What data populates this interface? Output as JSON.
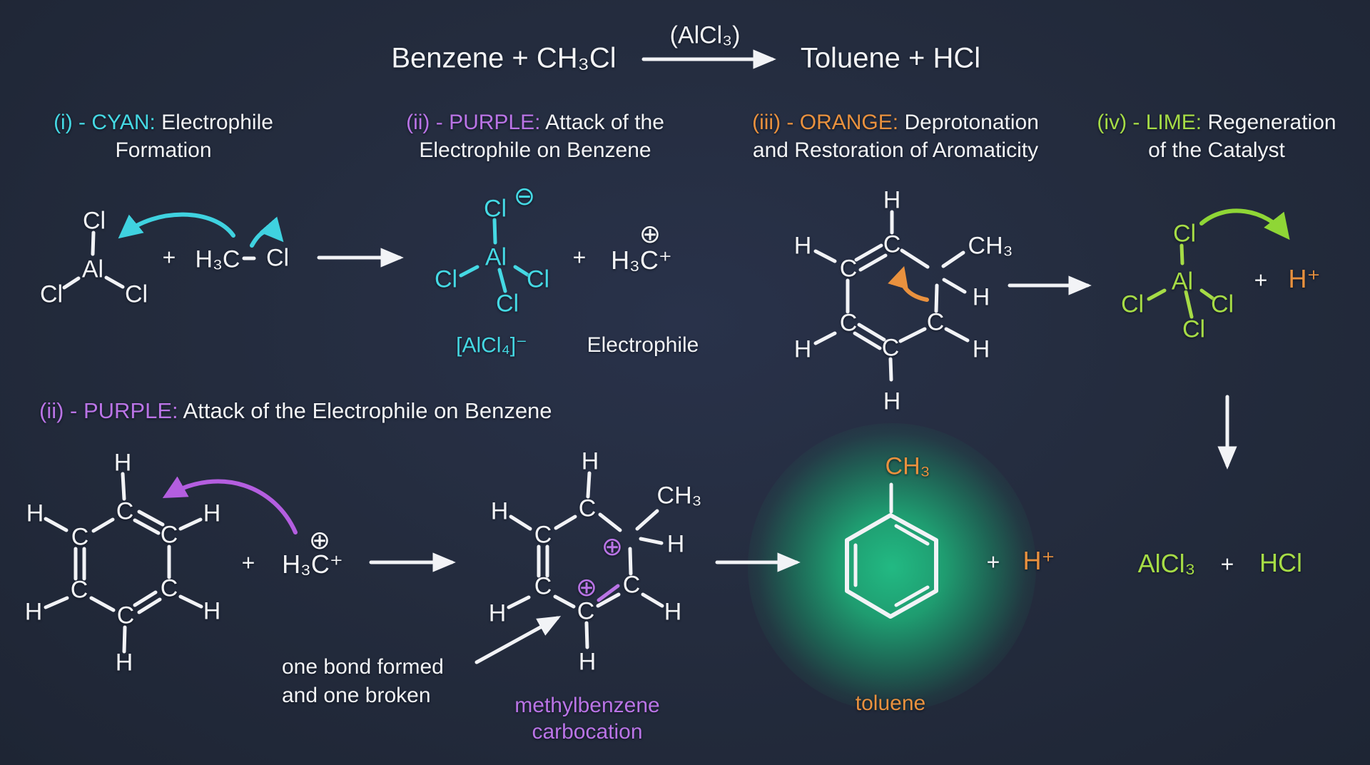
{
  "colors": {
    "background": "#242c3e",
    "white": "#f3f4f6",
    "cyan": "#45d9e4",
    "purple": "#ba74e6",
    "orange": "#e9913e",
    "lime": "#a6dc46",
    "glow_green": "#1fb27c"
  },
  "title": {
    "reactants": "Benzene + CH₃Cl",
    "catalyst": "(AlCl₃)",
    "products": "Toluene + HCl"
  },
  "headings": {
    "step1": {
      "prefix": "(i) - CYAN:",
      "rest": "Electrophile",
      "line2": "Formation"
    },
    "step2": {
      "prefix": "(ii) - PURPLE:",
      "rest": "Attack of the",
      "line2": "Electrophile on Benzene"
    },
    "step3": {
      "prefix": "(iii) - ORANGE:",
      "rest": "Deprotonation",
      "line2": "and Restoration of Aromaticity"
    },
    "step4": {
      "prefix": "(iv) - LIME:",
      "rest": "Regeneration",
      "line2": "of the Catalyst"
    },
    "step2_full": {
      "prefix": "(ii) - PURPLE:",
      "rest": "Attack of the Electrophile on Benzene"
    }
  },
  "step1": {
    "alcl3_atoms": [
      "Cl",
      "Al",
      "Cl",
      "Cl"
    ],
    "plus": "+",
    "h3c": "H₃C",
    "cl": "Cl"
  },
  "step1_products": {
    "minus_sign": "⊖",
    "alcl4_atoms": [
      "Cl",
      "Al",
      "Cl",
      "Cl",
      "Cl"
    ],
    "alcl4_label": "[AlCl₄]⁻",
    "plus": "+",
    "plus_sign": "⊕",
    "methyl_cation": "H₃C⁺",
    "caption": "Electrophile"
  },
  "step3": {
    "atoms": [
      "H",
      "C",
      "H",
      "C",
      "C",
      "H",
      "C",
      "H",
      "C",
      "H"
    ],
    "methyl": "CH₃",
    "h_sp3": "H"
  },
  "step4": {
    "alcl4_atoms": [
      "Cl",
      "Al",
      "Cl",
      "Cl",
      "Cl"
    ],
    "plus": "+",
    "proton": "H⁺",
    "result": {
      "alcl3": "AlCl₃",
      "plus": "+",
      "hcl": "HCl"
    }
  },
  "step2": {
    "benzene_atoms": [
      "H",
      "C",
      "H",
      "C",
      "C",
      "H",
      "C",
      "H",
      "C",
      "H",
      "C",
      "H"
    ],
    "plus": "+",
    "plus_sign": "⊕",
    "methyl_cation": "H₃C⁺"
  },
  "step2_intermediate": {
    "atoms": [
      "H",
      "C",
      "H",
      "C",
      "C",
      "H",
      "C",
      "H",
      "C",
      "H"
    ],
    "methyl": "CH₃",
    "h_sp3": "H",
    "charge1": "⊕",
    "charge2": "⊕",
    "note_line1": "one bond formed",
    "note_line2": "and one broken",
    "label_line1": "methylbenzene",
    "label_line2": "carbocation"
  },
  "step2_product": {
    "methyl": "CH₃",
    "plus": "+",
    "proton": "H⁺",
    "label": "toluene"
  }
}
